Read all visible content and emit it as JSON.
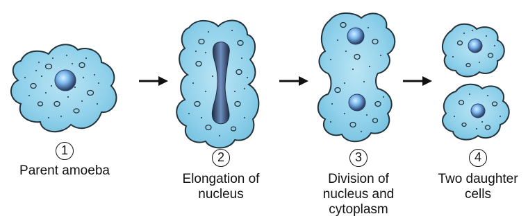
{
  "colors": {
    "cytoplasm": "#8fd0ea",
    "cell_outline": "#24323a",
    "nucleus_core": "#9ad2ff",
    "nucleus_edge": "#2b3f66",
    "arrow": "#111111"
  },
  "stages": [
    {
      "number": "1",
      "caption": [
        "Parent amoeba"
      ]
    },
    {
      "number": "2",
      "caption": [
        "Elongation of",
        "nucleus"
      ]
    },
    {
      "number": "3",
      "caption": [
        "Division of",
        "nucleus and",
        "cytoplasm"
      ]
    },
    {
      "number": "4",
      "caption": [
        "Two daughter",
        "cells"
      ]
    }
  ]
}
